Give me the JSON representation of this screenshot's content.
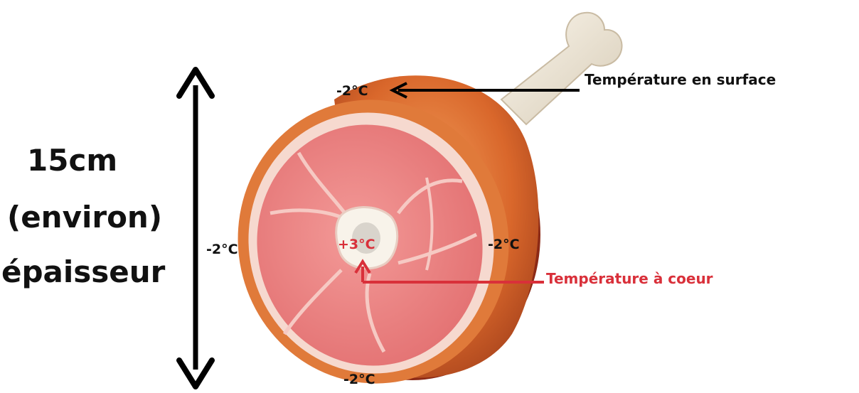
{
  "thickness": {
    "value": "15cm",
    "qualifier": "(environ)",
    "word": "épaisseur"
  },
  "temps": {
    "surface_top": "-2°C",
    "left": "-2°C",
    "right": "-2°C",
    "bottom": "-2°C",
    "core": "+3°C"
  },
  "labels": {
    "surface": "Température en surface",
    "core": "Température à coeur"
  },
  "colors": {
    "core_accent": "#d9303a",
    "text": "#111111",
    "ham_rind": "#d9672b",
    "meat": "#e8797a",
    "bone": "#efe6d6"
  }
}
